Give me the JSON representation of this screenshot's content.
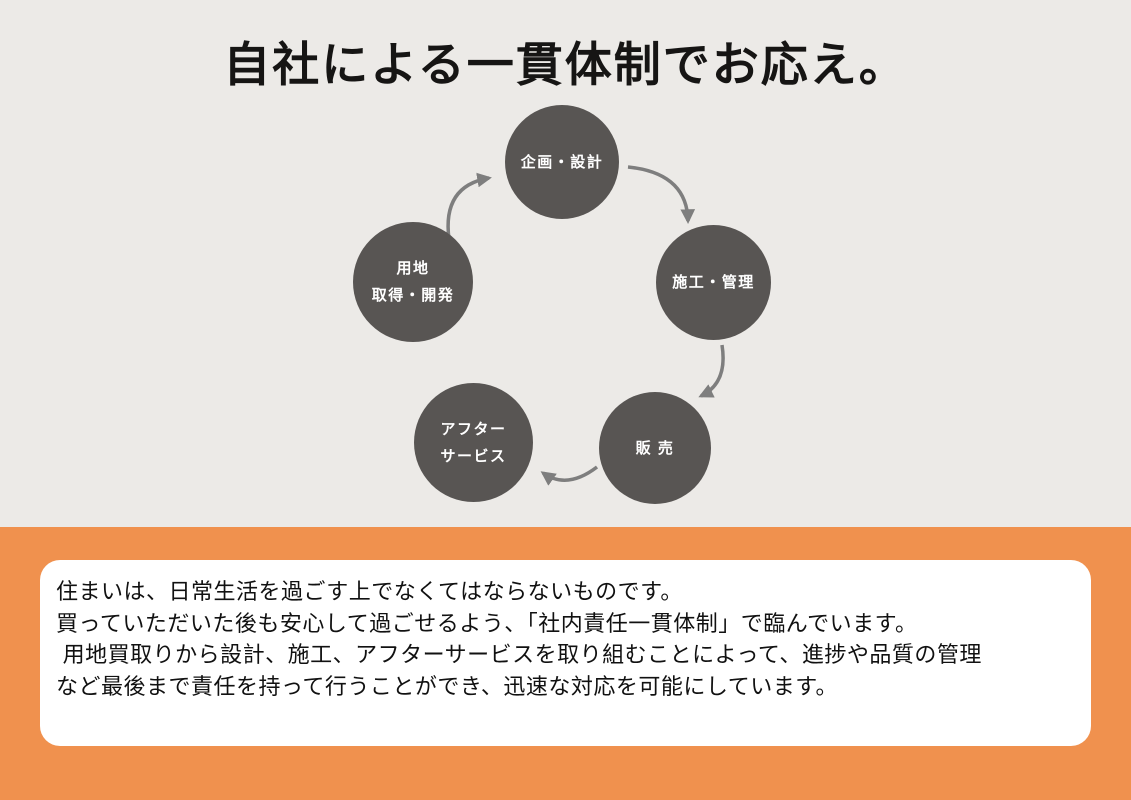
{
  "title": "自社による一貫体制でお応え。",
  "diagram": {
    "nodes": [
      {
        "name": "planning-design",
        "line1": "企画・設計",
        "line2": ""
      },
      {
        "name": "construction-management",
        "line1": "施工・管理",
        "line2": ""
      },
      {
        "name": "sales",
        "line1": "販 売",
        "line2": ""
      },
      {
        "name": "after-service",
        "line1": "アフター",
        "line2": "サービス"
      },
      {
        "name": "land-acquisition",
        "line1": "用地",
        "line2": "取得・開発"
      }
    ],
    "flow_order": [
      "用地 取得・開発",
      "企画・設計",
      "施工・管理",
      "販 売",
      "アフター サービス"
    ]
  },
  "description": {
    "line1": "住まいは、日常生活を過ごす上でなくてはならないものです。",
    "line2": "買っていただいた後も安心して過ごせるよう、「社内責任一貫体制」で臨んでいます。",
    "line3": " 用地買取りから設計、施工、アフターサービスを取り組むことによって、進捗や品質の管理",
    "line4": "など最後まで責任を持って行うことができ、迅速な対応を可能にしています。"
  },
  "colors": {
    "background_top": "#ECEAE7",
    "circle": "#585553",
    "circle_text": "#FFFFFF",
    "arrow": "#7E7E7E",
    "accent_orange": "#F0914E",
    "card_background": "#FFFFFF",
    "text": "#111111"
  }
}
